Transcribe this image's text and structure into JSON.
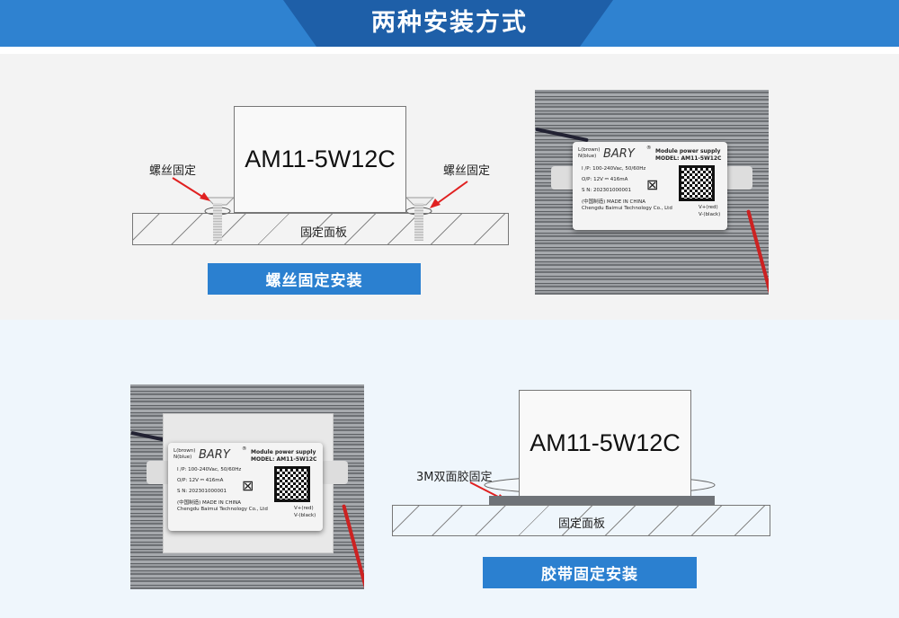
{
  "header": {
    "title": "两种安装方式",
    "colors": {
      "band": "#2f82d0",
      "center": "#1e5fa8"
    }
  },
  "screw_mount": {
    "module_model": "AM11-5W12C",
    "left_label": "螺丝固定",
    "right_label": "螺丝固定",
    "panel_label": "固定面板",
    "button_label": "螺丝固定安装"
  },
  "tape_mount": {
    "module_model": "AM11-5W12C",
    "tape_label": "3M双面胶固定",
    "panel_label": "固定面板",
    "button_label": "胶带固定安装"
  },
  "product_label": {
    "brand": "BARY",
    "registered": "®",
    "title": "Module power supply",
    "model": "MODEL: AM11-5W12C",
    "wire_l": "L(brown)",
    "wire_n": "N(blue)",
    "input": "I /P: 100-240Vac, 50/60Hz",
    "output": "O/P: 12V ⎓ 416mA",
    "serial": "S  N: 202301000001",
    "made_in": "(中国制造) MADE IN CHINA",
    "company": "Chengdu Baimui Technology Co., Ltd",
    "v_plus": "V+(red)",
    "v_minus": "V-(black)"
  }
}
